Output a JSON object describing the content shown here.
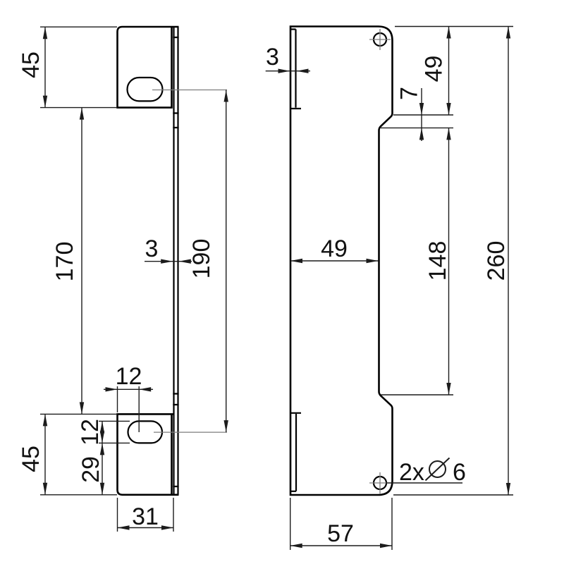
{
  "drawing": {
    "type": "technical-orthographic-views",
    "background_color": "#ffffff",
    "outline_color": "#000000",
    "dimension_color": "#1c1c1c",
    "centerline_color": "#7d7d7d"
  },
  "dimensions": {
    "side_view": {
      "flange_height_top": "45",
      "flange_offset": "170",
      "thickness": "3",
      "slot_spacing": "190",
      "slot_offset": "12",
      "slot_width": "12",
      "slot_edge_offset": "29",
      "flange_height_bottom": "45",
      "flange_depth": "31"
    },
    "front_view": {
      "thickness": "3",
      "tab_height": "49",
      "step_height": "7",
      "recess_width": "49",
      "recess_height": "148",
      "total_height": "260",
      "base_width": "57"
    },
    "hole_callout": {
      "count": "2x",
      "diameter_value": "6"
    }
  }
}
